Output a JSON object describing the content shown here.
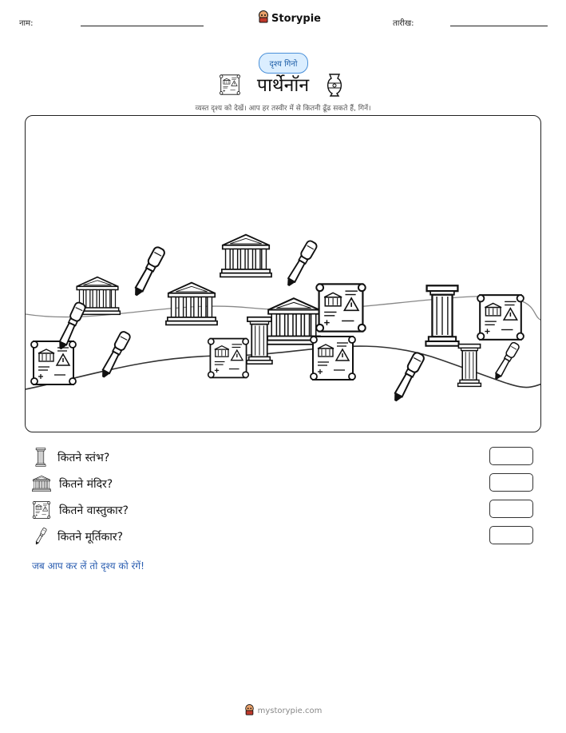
{
  "header": {
    "name_label": "नाम:",
    "date_label": "तारीख:",
    "brand": "Storypie"
  },
  "badge": "दृश्य गिनो",
  "title": "पार्थेनॉन",
  "subtitle": "व्यस्त दृश्य को देखें। आप हर तस्वीर में से कितनी ढूँढ सकते हैं, गिनें।",
  "questions": [
    {
      "icon": "column-icon",
      "text": "कितने स्तंभ?"
    },
    {
      "icon": "temple-icon",
      "text": "कितने मंदिर?"
    },
    {
      "icon": "blueprint-icon",
      "text": "कितने वास्तुकार?"
    },
    {
      "icon": "chisel-icon",
      "text": "कितने मूर्तिकार?"
    }
  ],
  "note": "जब आप कर लें तो दृश्य को रंगें!",
  "footer": "mystorypie.com"
}
